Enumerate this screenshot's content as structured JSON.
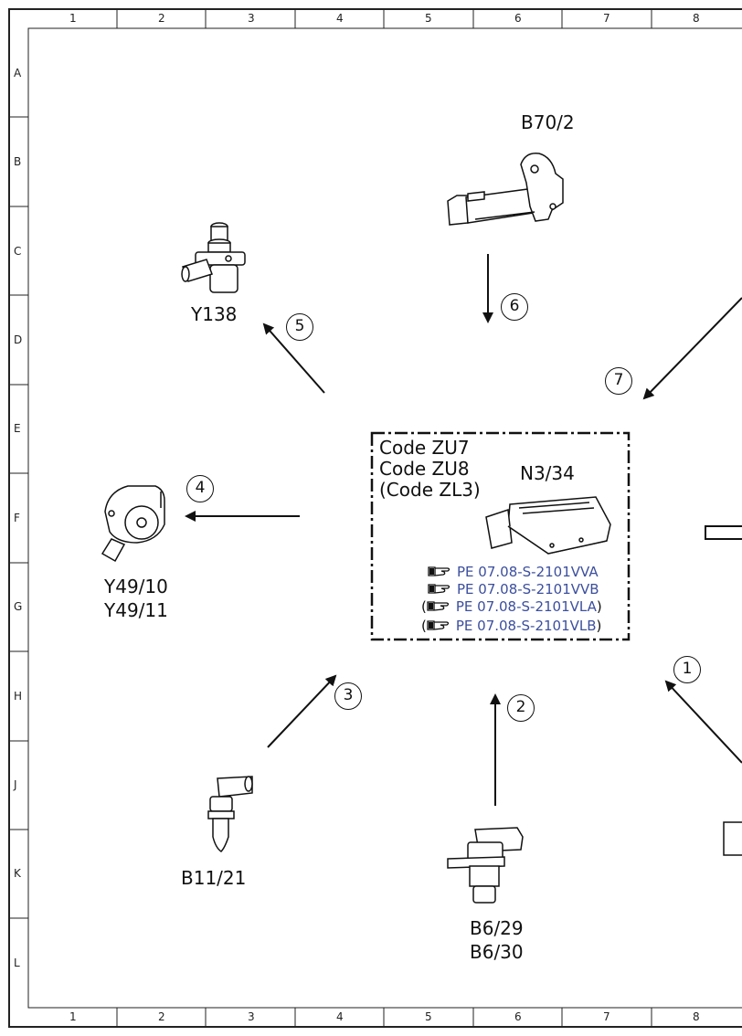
{
  "grid": {
    "columns": [
      "1",
      "2",
      "3",
      "4",
      "5",
      "6",
      "7",
      "8"
    ],
    "rows": [
      "A",
      "B",
      "C",
      "D",
      "E",
      "F",
      "G",
      "H",
      "J",
      "K",
      "L"
    ]
  },
  "components": {
    "b70_2": "B70/2",
    "y138": "Y138",
    "y49": [
      "Y49/10",
      "Y49/11"
    ],
    "b11_21": "B11/21",
    "b6": [
      "B6/29",
      "B6/30"
    ]
  },
  "control_unit": {
    "codes": [
      "Code ZU7",
      "Code ZU8",
      "(Code ZL3)"
    ],
    "name": "N3/34",
    "links": [
      {
        "text": "PE 07.08-S-2101VVA",
        "parenthesized": false
      },
      {
        "text": "PE 07.08-S-2101VVB",
        "parenthesized": false
      },
      {
        "text": "PE 07.08-S-2101VLA",
        "parenthesized": true
      },
      {
        "text": "PE 07.08-S-2101VLB",
        "parenthesized": true
      }
    ]
  },
  "callouts": [
    "1",
    "2",
    "3",
    "4",
    "5",
    "6",
    "7"
  ],
  "colors": {
    "link": "#3c4f9e",
    "line": "#111111"
  }
}
